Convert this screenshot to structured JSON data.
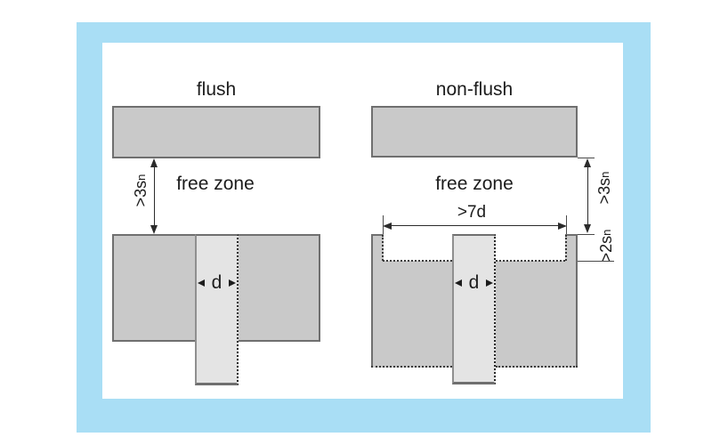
{
  "colors": {
    "frame_blue": "#a9def5",
    "block_fill": "#c9c9c9",
    "block_border": "#6f6f6f",
    "sensor_fill": "#e4e4e4",
    "line_color": "#2b2b2b"
  },
  "left": {
    "title": "flush",
    "free_zone": "free zone",
    "gap_main": ">3s",
    "gap_sub": "n",
    "diameter": "d"
  },
  "right": {
    "title": "non-flush",
    "free_zone": "free zone",
    "width_main": ">7d",
    "gap_main": ">3s",
    "gap_sub": "n",
    "recess_main": ">2s",
    "recess_sub": "n",
    "diameter": "d"
  }
}
